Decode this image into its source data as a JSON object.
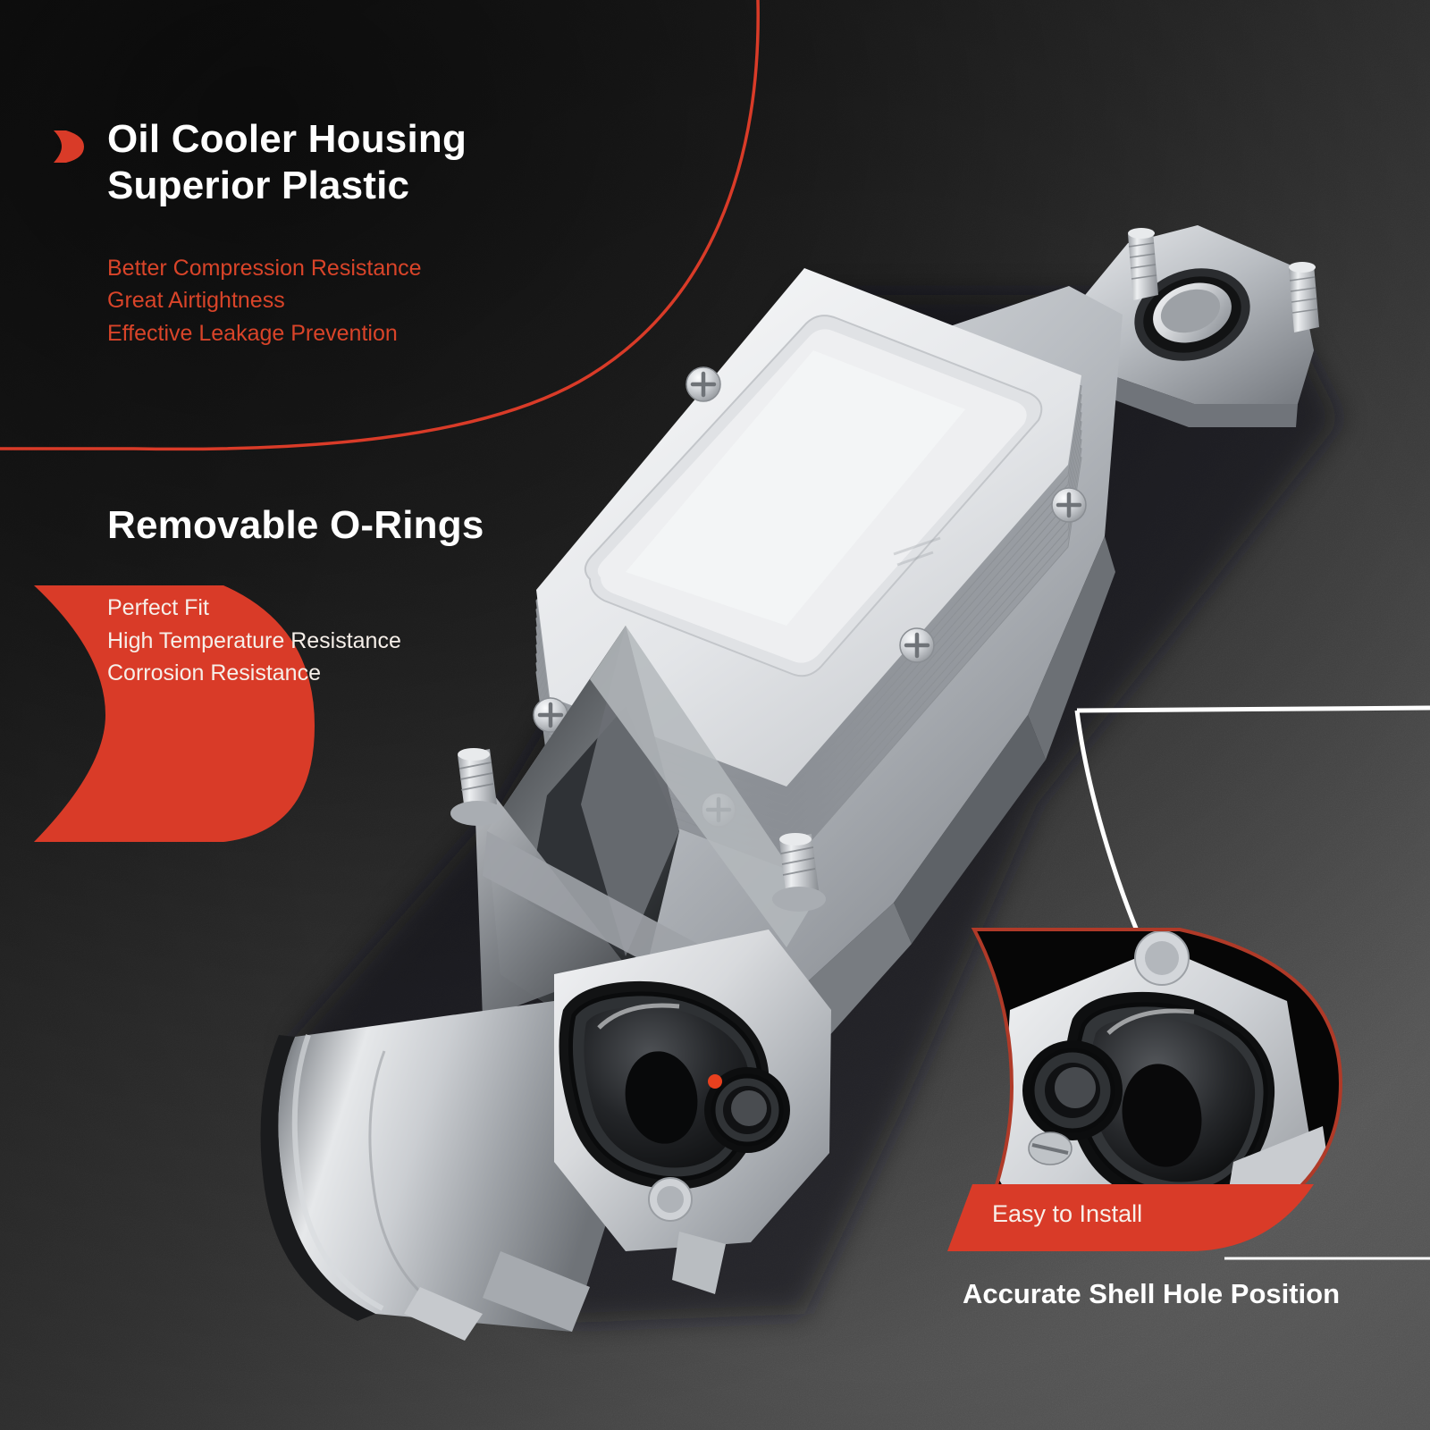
{
  "theme": {
    "accent_red": "#D93B28",
    "accent_red_text": "#D94429",
    "headline_white": "#FFFFFF",
    "light_text": "#F6EFE9",
    "background_dark": "#2A2A2A",
    "background_light": "#5D5D5D",
    "callout_border_red": "#B03A28",
    "callout_fill_black": "#060606",
    "product_metal_light": "#E9EAEC",
    "product_metal_mid": "#BFC2C6",
    "product_metal_dark": "#7D8186",
    "product_shadow": "#1C1C1C"
  },
  "sections": [
    {
      "id": "oil-cooler-housing",
      "bullet_icon": "red-leaf-bullet-icon",
      "headline_lines": [
        "Oil Cooler Housing",
        "Superior Plastic"
      ],
      "features": [
        "Better Compression Resistance",
        "Great Airtightness",
        "Effective Leakage Prevention"
      ]
    },
    {
      "id": "removable-o-rings",
      "bullet_icon": "red-leaf-shape",
      "headline_lines": [
        "Removable O-Rings"
      ],
      "features": [
        "Perfect Fit",
        "High Temperature Resistance",
        "Corrosion Resistance"
      ]
    }
  ],
  "callout": {
    "badge_label": "Easy to Install",
    "caption_label": "Accurate Shell Hole Position",
    "shape_icon": "leaf-zoom-callout",
    "leader_line_icon": "white-leader-line"
  },
  "product": {
    "name": "engine-oil-cooler-housing-assembly",
    "parts": [
      "stacked-plate-oil-cooler",
      "aluminum-housing-body",
      "oil-filter-canister",
      "mounting-flange-with-studs",
      "o-ring-sealed-port-face",
      "phillips-head-screws",
      "threaded-studs"
    ],
    "marker_icon": "red-dot-marker"
  },
  "decor": {
    "arc_icon": "red-curved-arc",
    "baseline_icon": "red-horizontal-rule"
  }
}
